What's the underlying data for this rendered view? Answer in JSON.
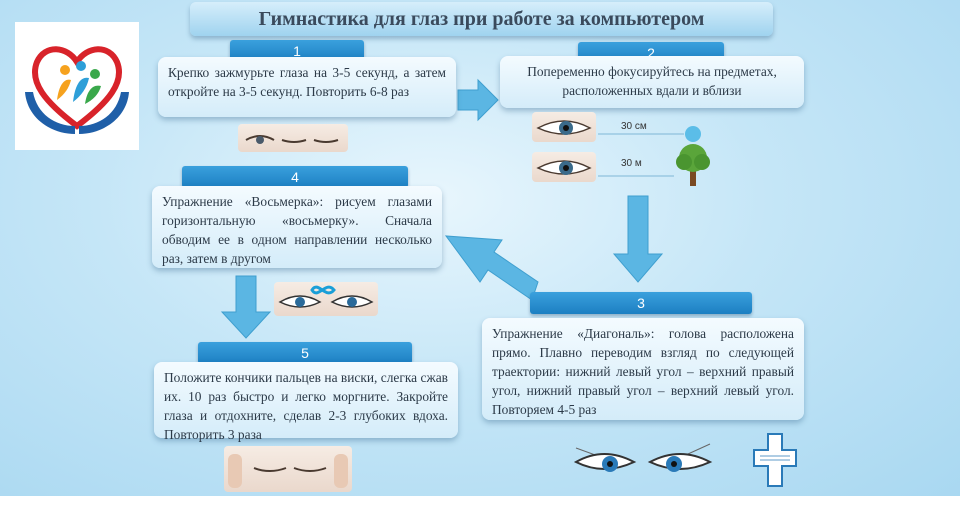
{
  "title": "Гимнастика для глаз при работе за компьютером",
  "steps": [
    {
      "number": "1",
      "text": "Крепко зажмурьте глаза на 3-5 секунд, а затем откройте на 3-5 секунд. Повторить 6-8 раз"
    },
    {
      "number": "2",
      "text": "Попеременно фокусируйтесь на предметах, расположенных вдали и вблизи"
    },
    {
      "number": "3",
      "text": "Упражнение «Диагональ»: голова расположена прямо. Плавно переводим взгляд по следующей траектории: нижний левый угол – верхний правый угол, нижний правый угол – верхний левый угол. Повторяем 4-5 раз"
    },
    {
      "number": "4",
      "text": "Упражнение «Восьмерка»: рисуем глазами горизонтальную «восьмерку». Сначала обводим ее в одном направлении несколько раз, затем в другом"
    },
    {
      "number": "5",
      "text": "Положите кончики пальцев на виски, слегка сжав их. 10 раз быстро и легко моргните. Закройте глаза и отдохните, сделав 2-3 глубоких вдоха. Повторить 3 раза"
    }
  ],
  "distances": {
    "near": "30 см",
    "far": "30 м"
  },
  "colors": {
    "tab": "#1c7fc2",
    "arrow": "#5bb6e3",
    "card": "#e6f4fc",
    "title_text": "#3a4a5c"
  }
}
